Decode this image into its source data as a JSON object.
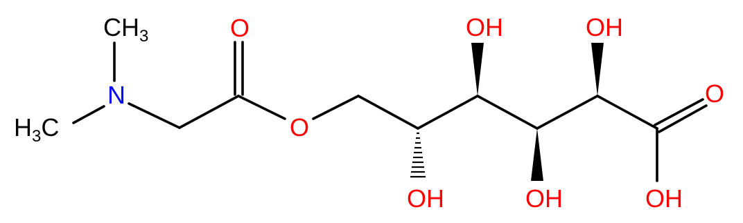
{
  "colors": {
    "bond": "#000000",
    "nitrogen": "#0000ff",
    "oxygen": "#ff0000",
    "carbon_label": "#000000",
    "background": "#ffffff"
  },
  "atoms": {
    "methyl_top": {
      "text": "CH",
      "sub": "3"
    },
    "methyl_left": {
      "text": "H",
      "sub": "3",
      "tail": "C"
    },
    "nitrogen": "N",
    "carbonyl_o": "O",
    "ester_o": "O",
    "oh_c5": "OH",
    "oh_c4": "OH",
    "oh_c3": "OH",
    "oh_c2": "OH",
    "acid_carbonyl_o": "O",
    "acid_oh": "OH"
  }
}
